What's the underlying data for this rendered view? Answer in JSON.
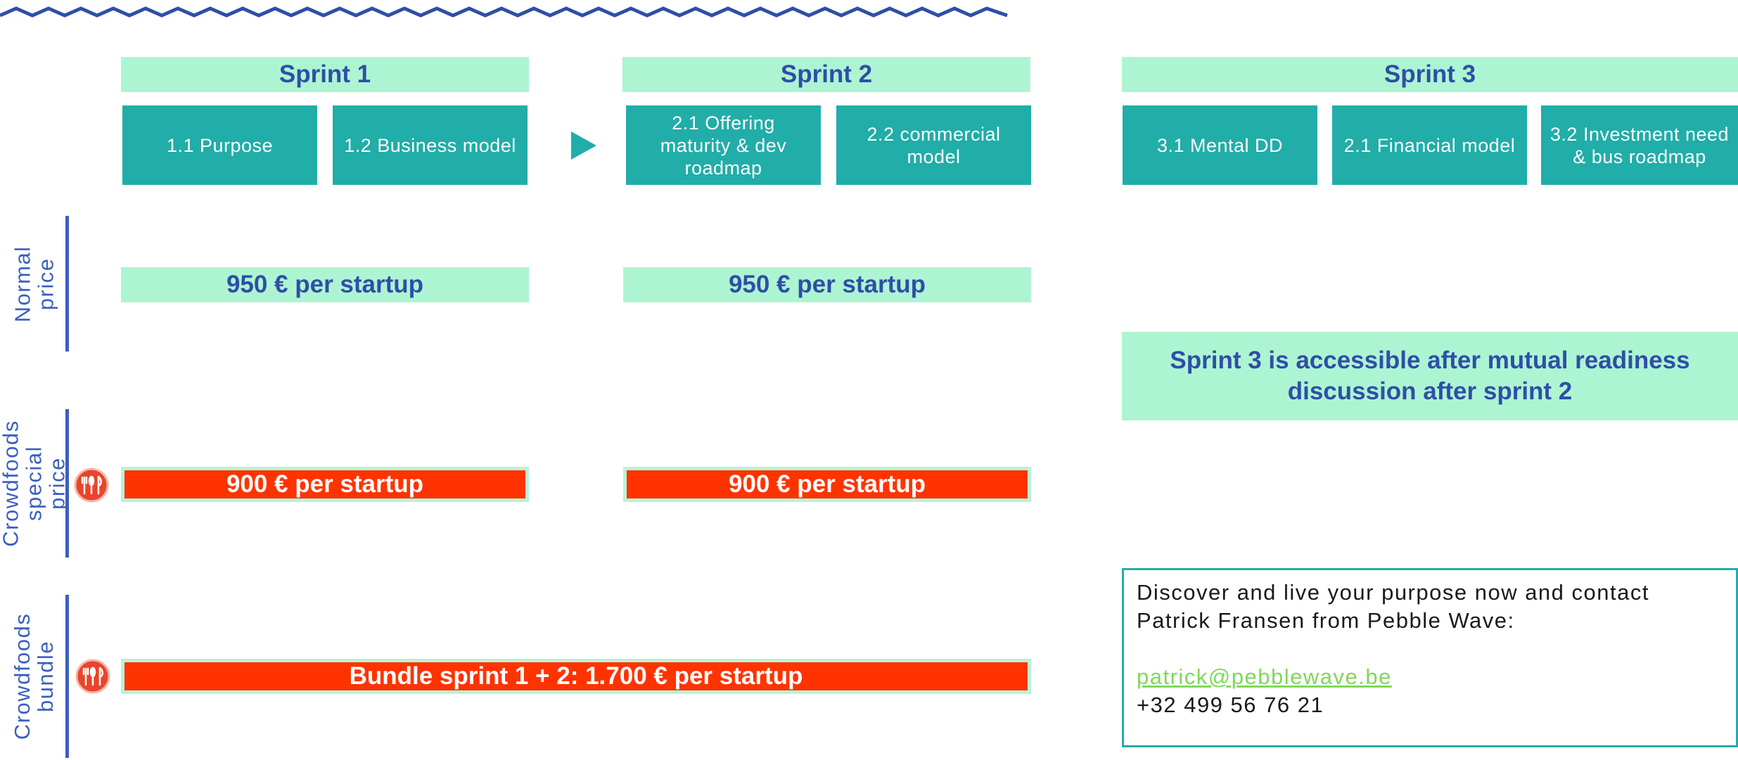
{
  "colors": {
    "accent_mint": "#adf5d2",
    "teal": "#21ada8",
    "navy_text": "#2f4ea8",
    "label_blue": "#3a5fc0",
    "special_red": "#ff3300",
    "link_green": "#7ed957"
  },
  "sprints": [
    {
      "title": "Sprint 1",
      "modules": [
        "1.1 Purpose",
        "1.2 Business model"
      ]
    },
    {
      "title": "Sprint 2",
      "modules": [
        "2.1 Offering maturity & dev roadmap",
        "2.2 commercial model"
      ]
    },
    {
      "title": "Sprint 3",
      "modules": [
        "3.1 Mental DD",
        "2.1 Financial model",
        "3.2 Investment need & bus roadmap"
      ]
    }
  ],
  "row_labels": {
    "normal_price": "Normal price",
    "special_price": "Crowdfoods special price",
    "bundle": "Crowdfoods bundle"
  },
  "prices": {
    "normal_sprint1": "950 € per startup",
    "normal_sprint2": "950 € per startup",
    "special_sprint1": "900 € per startup",
    "special_sprint2": "900 € per startup",
    "bundle": "Bundle sprint 1 + 2: 1.700 € per startup"
  },
  "sprint3_note": "Sprint 3 is accessible after mutual readiness discussion after sprint 2",
  "contact": {
    "text": "Discover and live your purpose now and contact Patrick Fransen from Pebble Wave:",
    "email": "patrick@pebblewave.be",
    "phone": "+32 499 56 76 21"
  },
  "icons": {
    "arrow": "play-arrow-icon",
    "crowdfoods": "crowdfoods-fork-icon"
  }
}
